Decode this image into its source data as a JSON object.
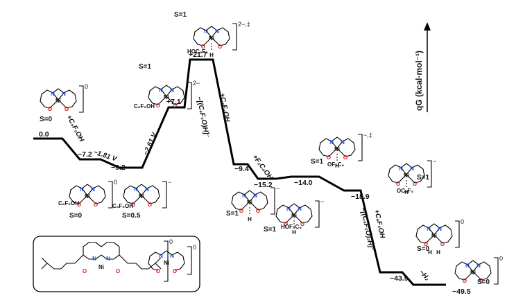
{
  "axis": {
    "label": "qG (kcal·mol⁻¹)"
  },
  "levels": [
    {
      "id": "L0",
      "value": "0.0"
    },
    {
      "id": "L1",
      "value": "−7.2"
    },
    {
      "id": "L2",
      "value": "−9.2"
    },
    {
      "id": "L3",
      "value": "+7.1"
    },
    {
      "id": "L4",
      "value": "+21.7"
    },
    {
      "id": "L5",
      "value": "−9.4"
    },
    {
      "id": "L6",
      "value": "−15.2"
    },
    {
      "id": "L7",
      "value": "−14.0"
    },
    {
      "id": "L8",
      "value": "−18.9"
    },
    {
      "id": "L9",
      "value": "−43.9"
    },
    {
      "id": "L10",
      "value": "−49.5"
    }
  ],
  "steps": {
    "add_acid_1": "+C₆F₅OH",
    "red_1": "−1.81 V",
    "red_2": "−2.61 V",
    "lose_anion_1": "−[(C₆F₅O)H]⁻",
    "add_acid_2": "+C₆F₅OH",
    "add_acid_3": "+F₅C₆OH",
    "lose_anion_2": "−[(C₆F₅O)₂H]⁻",
    "add_acid_4": "+C₆F₅OH",
    "lose_h2": "−H₂"
  },
  "structures": [
    {
      "id": "s1",
      "spin": "S=0",
      "charge": "0",
      "ligand": ""
    },
    {
      "id": "s2",
      "spin": "S=0",
      "charge": "0",
      "ligand": "C₆F₅OH"
    },
    {
      "id": "s3",
      "spin": "S=0.5",
      "charge": "−",
      "ligand": "C₆F₅OH"
    },
    {
      "id": "s4",
      "spin": "S=1",
      "charge": "2−",
      "ligand": "C₆F₅OH"
    },
    {
      "id": "s5",
      "spin": "S=1",
      "charge": "2−,‡",
      "ligand": "HOC₆F₅"
    },
    {
      "id": "s6",
      "spin": "S=1",
      "charge": "−",
      "ligand": "H"
    },
    {
      "id": "s7",
      "spin": "S=1",
      "charge": "−",
      "ligand": "HOF₅C₆"
    },
    {
      "id": "s8",
      "spin": "S=1",
      "charge": "−,‡",
      "ligand": "OF₅C₆"
    },
    {
      "id": "s9",
      "spin": "S=1",
      "charge": "−",
      "ligand": "OC₆F₅"
    },
    {
      "id": "s10",
      "spin": "S=0",
      "charge": "0",
      "ligand": ""
    },
    {
      "id": "s11",
      "spin": "S=0",
      "charge": "0",
      "ligand": ""
    }
  ],
  "legend_box": {
    "charge_a": "0",
    "charge_b": "0"
  },
  "atoms": {
    "N": "N",
    "O": "O",
    "Ni": "Ni",
    "H": "H"
  }
}
